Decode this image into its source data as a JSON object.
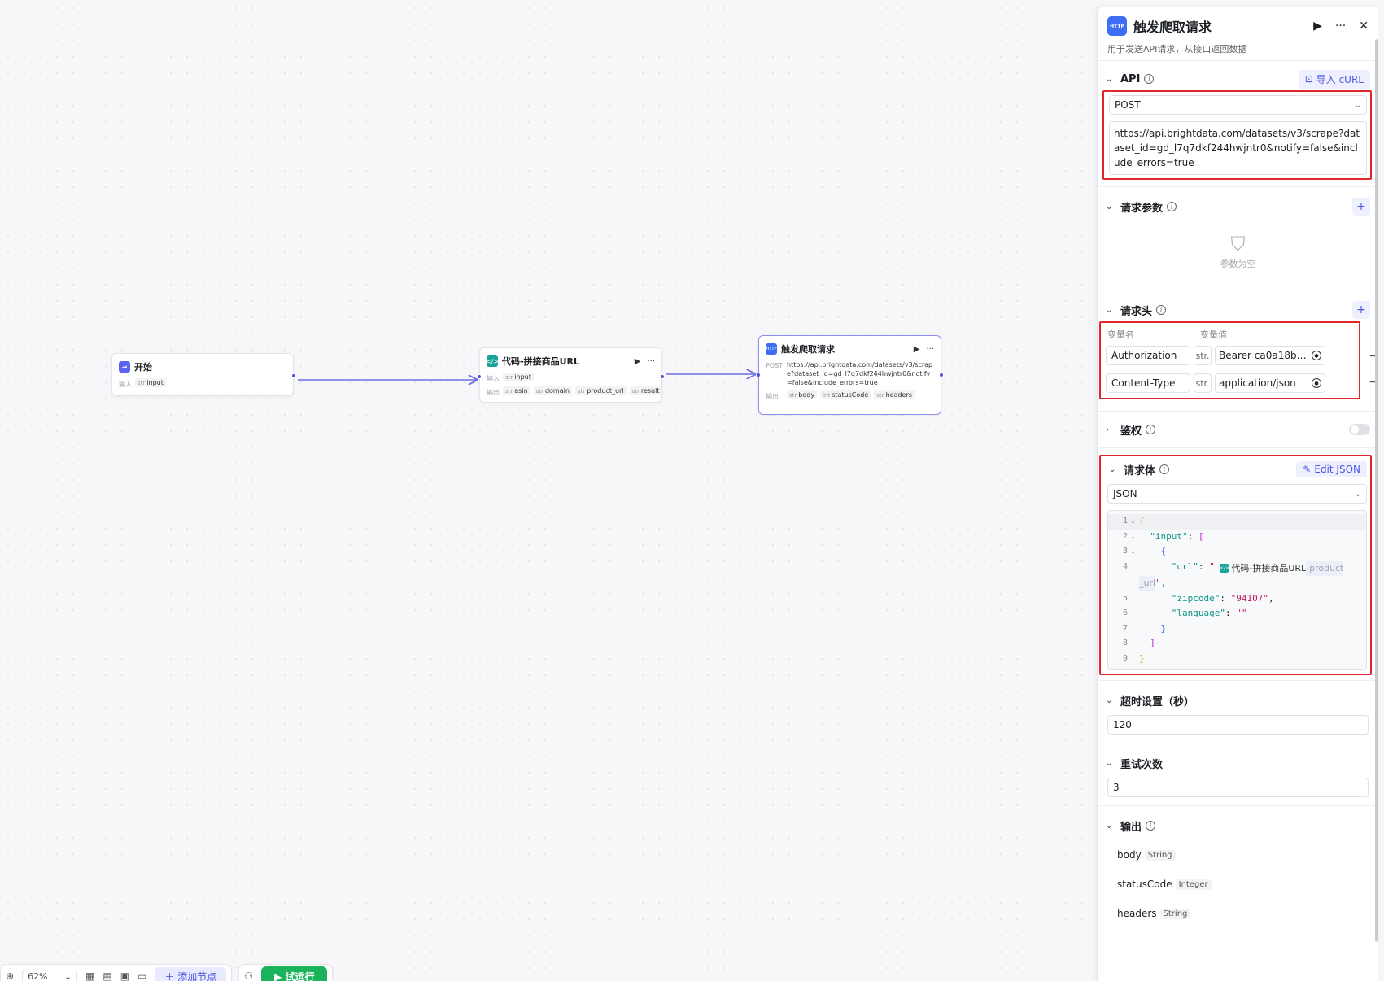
{
  "nodes": {
    "start": {
      "title": "开始",
      "input_label": "输入",
      "input_type": "str",
      "input_name": "input"
    },
    "code": {
      "title": "代码-拼接商品URL",
      "input_label": "输入",
      "output_label": "输出",
      "input_tag": {
        "type": "str",
        "name": "input"
      },
      "output_tags": [
        {
          "type": "str",
          "name": "asin"
        },
        {
          "type": "str",
          "name": "domain"
        },
        {
          "type": "str",
          "name": "product_url"
        },
        {
          "type": "str",
          "name": "result"
        }
      ]
    },
    "http": {
      "title": "触发爬取请求",
      "method": "POST",
      "url": "https://api.brightdata.com/datasets/v3/scrape?dataset_id=gd_l7q7dkf244hwjntr0&notify=false&include_errors=true",
      "output_label": "输出",
      "output_tags": [
        {
          "type": "str",
          "name": "body"
        },
        {
          "type": "int",
          "name": "statusCode"
        },
        {
          "type": "str",
          "name": "headers"
        }
      ]
    }
  },
  "toolbar": {
    "zoom": "62%",
    "add_node": "添加节点",
    "run": "试运行"
  },
  "panel": {
    "icon_text": "HTTP",
    "title": "触发爬取请求",
    "description": "用于发送API请求，从接口返回数据",
    "api": {
      "title": "API",
      "import_curl": "导入 cURL",
      "method": "POST",
      "url": "https://api.brightdata.com/datasets/v3/scrape?dataset_id=gd_l7q7dkf244hwjntr0&notify=false&include_errors=true"
    },
    "params": {
      "title": "请求参数",
      "empty": "参数为空"
    },
    "headers": {
      "title": "请求头",
      "col_name": "变量名",
      "col_value": "变量值",
      "rows": [
        {
          "name": "Authorization",
          "type": "str.",
          "value": "Bearer ca0a18b2-..."
        },
        {
          "name": "Content-Type",
          "type": "str.",
          "value": "application/json"
        }
      ]
    },
    "auth": {
      "title": "鉴权"
    },
    "body": {
      "title": "请求体",
      "edit_json": "Edit JSON",
      "format": "JSON",
      "lines": [
        "1",
        "2",
        "3",
        "4",
        "5",
        "6",
        "7",
        "8",
        "9"
      ],
      "ref_node": "代码-拼接商品URL",
      "ref_var_a": "-product",
      "ref_var_b": "_url",
      "zipcode_value": "\"94107\"",
      "language_value": "\"\""
    },
    "timeout": {
      "title": "超时设置（秒）",
      "value": "120"
    },
    "retry": {
      "title": "重试次数",
      "value": "3"
    },
    "output": {
      "title": "输出",
      "items": [
        {
          "name": "body",
          "type": "String"
        },
        {
          "name": "statusCode",
          "type": "Integer"
        },
        {
          "name": "headers",
          "type": "String"
        }
      ]
    }
  },
  "colors": {
    "accent": "#4e56e0",
    "highlight": "#e0272e",
    "run": "#1bb35b"
  }
}
